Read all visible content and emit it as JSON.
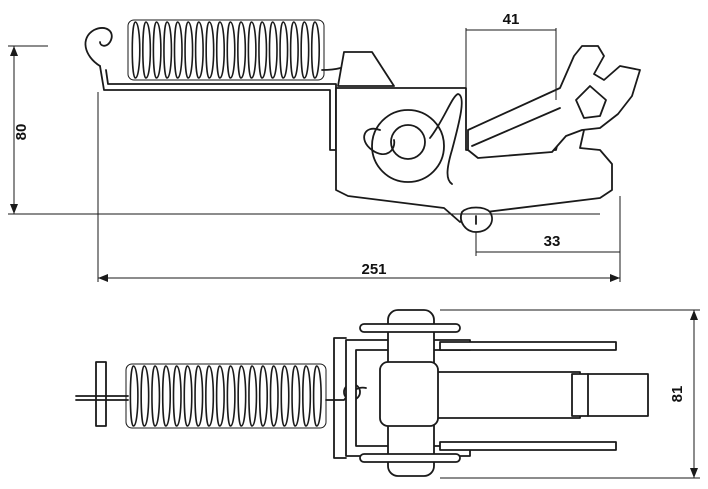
{
  "dimensions": {
    "height_side": "80",
    "top_width": "41",
    "offset": "33",
    "overall_length": "251",
    "height_top": "81"
  },
  "colors": {
    "line": "#1a1a1a",
    "background": "#ffffff"
  }
}
